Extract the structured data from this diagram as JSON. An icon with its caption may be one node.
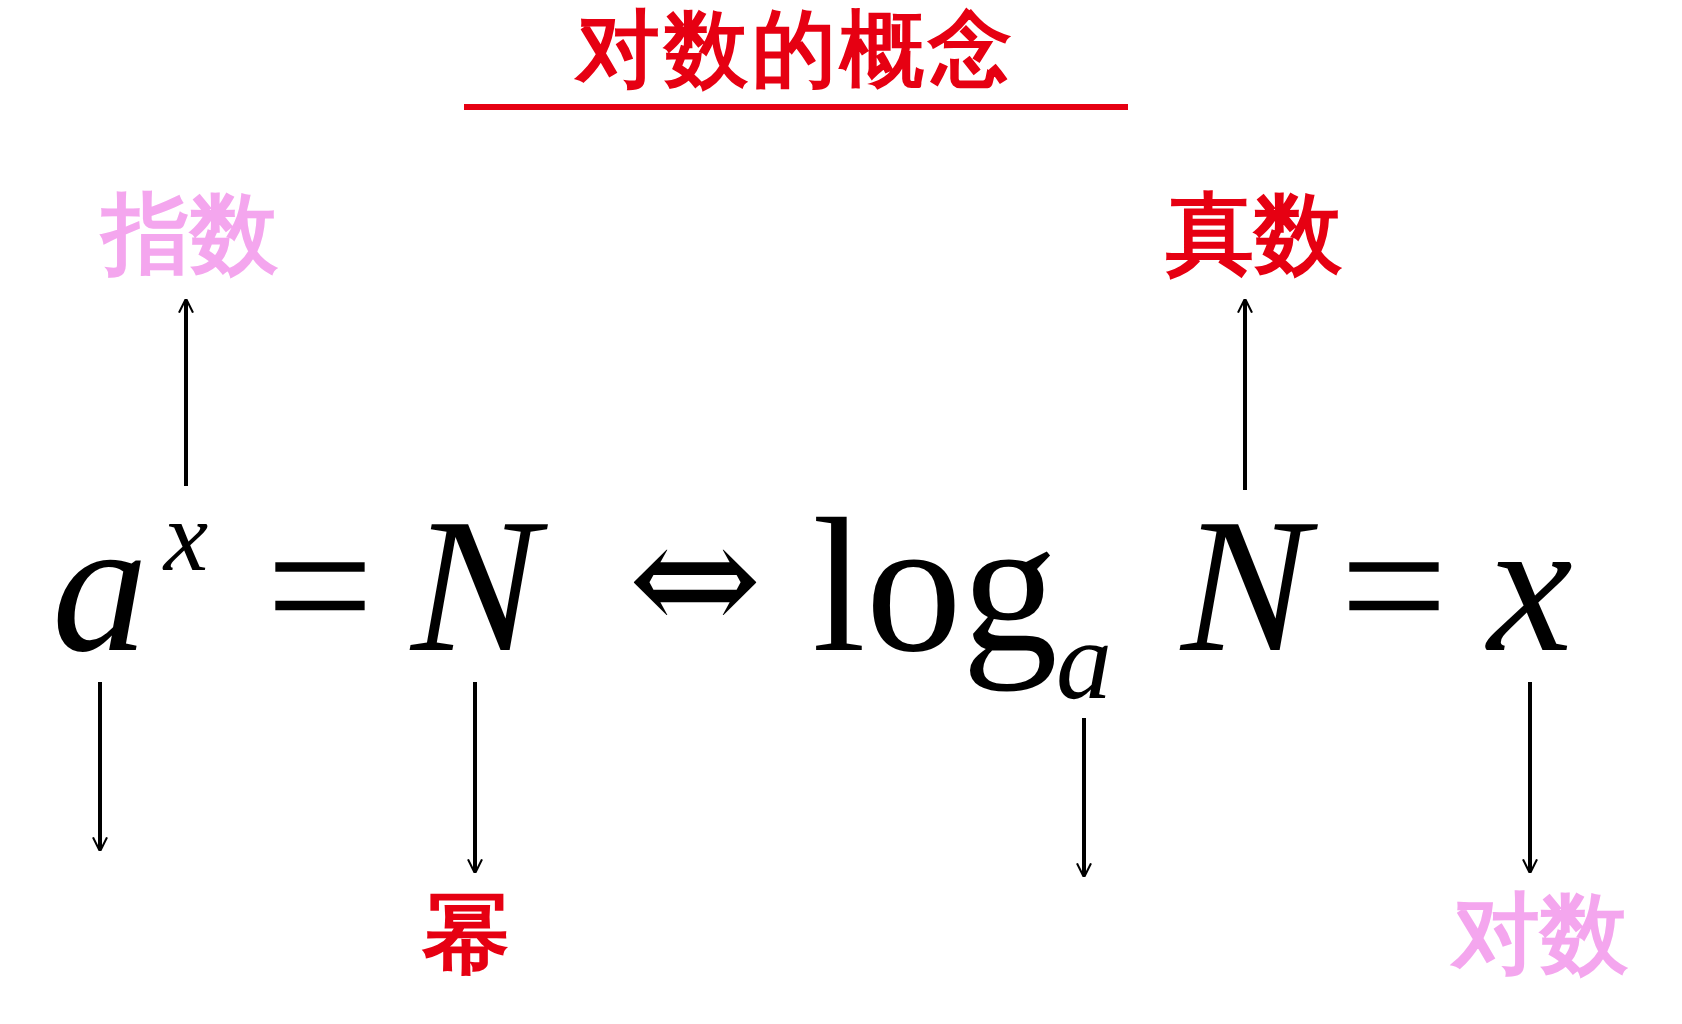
{
  "diagram": {
    "title": "对数的概念",
    "nodes": [
      {
        "text": [
          "指数"
        ]
      },
      {
        "text": [
          "真数"
        ]
      },
      {
        "text": [
          "a"
        ]
      },
      {
        "text": [
          "x"
        ]
      },
      {
        "text": [
          "N"
        ]
      },
      {
        "text": [
          "a"
        ]
      },
      {
        "text": [
          "N"
        ]
      },
      {
        "text": [
          "x"
        ]
      },
      {
        "text": [
          "幂"
        ]
      },
      {
        "text": [
          "对数"
        ]
      }
    ],
    "edges": [
      {
        "from": 3,
        "to": 0,
        "arrow": "to"
      },
      {
        "from": 2,
        "to": null,
        "arrow": "to"
      },
      {
        "from": 4,
        "to": 8,
        "arrow": "to"
      },
      {
        "from": 5,
        "to": null,
        "arrow": "to"
      },
      {
        "from": 6,
        "to": 1,
        "arrow": "to"
      },
      {
        "from": 7,
        "to": 9,
        "arrow": "to"
      }
    ],
    "labels": [
      "=",
      "⇔",
      "log",
      "="
    ]
  }
}
